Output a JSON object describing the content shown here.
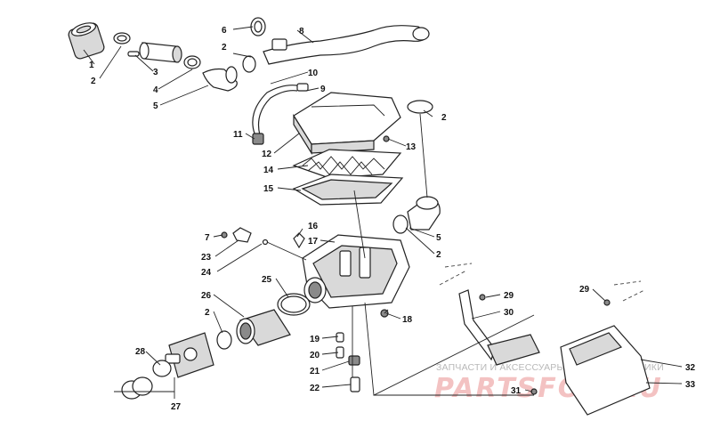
{
  "callouts": {
    "c1": "1",
    "c2a": "2",
    "c2b": "2",
    "c2c": "2",
    "c2d": "2",
    "c2e": "2",
    "c3": "3",
    "c4": "4",
    "c5a": "5",
    "c5b": "5",
    "c6": "6",
    "c7": "7",
    "c8": "8",
    "c9": "9",
    "c10": "10",
    "c11": "11",
    "c12": "12",
    "c13": "13",
    "c14": "14",
    "c15": "15",
    "c16": "16",
    "c17": "17",
    "c18": "18",
    "c19": "19",
    "c20": "20",
    "c21": "21",
    "c22": "22",
    "c23": "23",
    "c24": "24",
    "c25": "25",
    "c26": "26",
    "c27": "27",
    "c28": "28",
    "c29a": "29",
    "c29b": "29",
    "c30": "30",
    "c31": "31",
    "c32": "32",
    "c33": "33"
  },
  "watermark": {
    "caption": "ЗАПЧАСТИ И АКСЕССУАРЫ ДЛЯ МОТОТЕХНИКИ",
    "brand": "PARTSFOR.RU"
  },
  "colors": {
    "line": "#222222",
    "brand_watermark": "#f2b8b8",
    "caption_watermark": "#b8b8b8"
  }
}
